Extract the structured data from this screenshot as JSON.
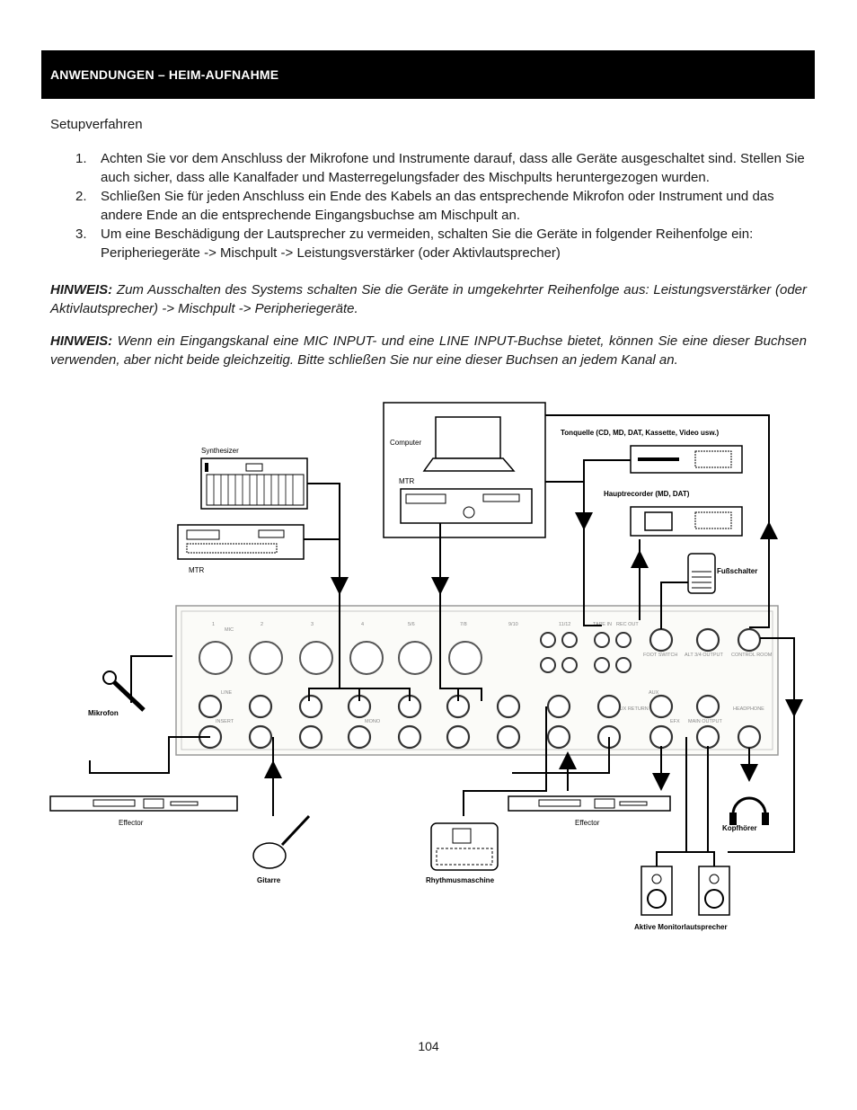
{
  "header": {
    "title": "ANWENDUNGEN – HEIM-AUFNAHME"
  },
  "intro": "Setupverfahren",
  "steps": [
    {
      "num": "1.",
      "text": "Achten Sie vor dem Anschluss der Mikrofone und Instrumente darauf, dass alle Geräte ausgeschaltet sind. Stellen Sie auch sicher, dass alle Kanalfader und Masterregelungsfader des Mischpults heruntergezogen wurden."
    },
    {
      "num": "2.",
      "text": "Schließen Sie für jeden Anschluss ein Ende des Kabels an das entsprechende Mikrofon oder Instrument und das andere Ende an die entsprechende Eingangsbuchse am Mischpult an."
    },
    {
      "num": "3.",
      "text": "Um eine Beschädigung der Lautsprecher zu vermeiden, schalten Sie die Geräte in folgender Reihenfolge ein: Peripheriegeräte -> Mischpult -> Leistungsverstärker (oder Aktivlautsprecher)"
    }
  ],
  "notes": [
    {
      "label": "HINWEIS:",
      "text": "Zum Ausschalten des Systems schalten Sie die Geräte in umgekehrter Reihenfolge aus: Leistungsverstärker (oder Aktivlautsprecher) -> Mischpult -> Peripheriegeräte."
    },
    {
      "label": "HINWEIS:",
      "text": "Wenn ein Eingangskanal eine MIC INPUT- und eine LINE INPUT-Buchse bietet, können Sie eine dieser Buchsen verwenden, aber nicht beide gleichzeitig. Bitte schließen Sie nur eine dieser Buchsen an jedem Kanal an."
    }
  ],
  "diagram": {
    "synthesizer": "Synthesizer",
    "mtr_left": "MTR",
    "computer": "Computer",
    "mtr_top": "MTR",
    "tonquelle": "Tonquelle (CD, MD, DAT, Kassette, Video usw.)",
    "hauptrecorder": "Hauptrecorder (MD, DAT)",
    "fussschalter": "Fußschalter",
    "mikrofon": "Mikrofon",
    "effector_left": "Effector",
    "gitarre": "Gitarre",
    "rhythmus": "Rhythmusmaschine",
    "effector_right": "Effector",
    "kopfhoerer": "Kopfhörer",
    "monitore": "Aktive Monitorlautsprecher",
    "mixer_labels": {
      "ch1": "1",
      "ch2": "2",
      "ch3": "3",
      "ch4": "4",
      "ch56": "5/6",
      "ch78": "7/8",
      "ch910": "9/10",
      "ch1112": "11/12",
      "mic": "MIC",
      "line": "LINE",
      "insert": "INSERT",
      "mono": "MONO",
      "tape_in": "TAPE IN",
      "rec_out": "REC OUT",
      "foot_switch": "FOOT SWITCH",
      "alt_out": "ALT 3/4 OUTPUT",
      "control_room": "CONTROL ROOM",
      "aux": "AUX",
      "aux_return": "AUX RETURN",
      "efx": "EFX",
      "main_output": "MAIN OUTPUT",
      "headphone": "HEADPHONE"
    }
  },
  "page_number": "104"
}
